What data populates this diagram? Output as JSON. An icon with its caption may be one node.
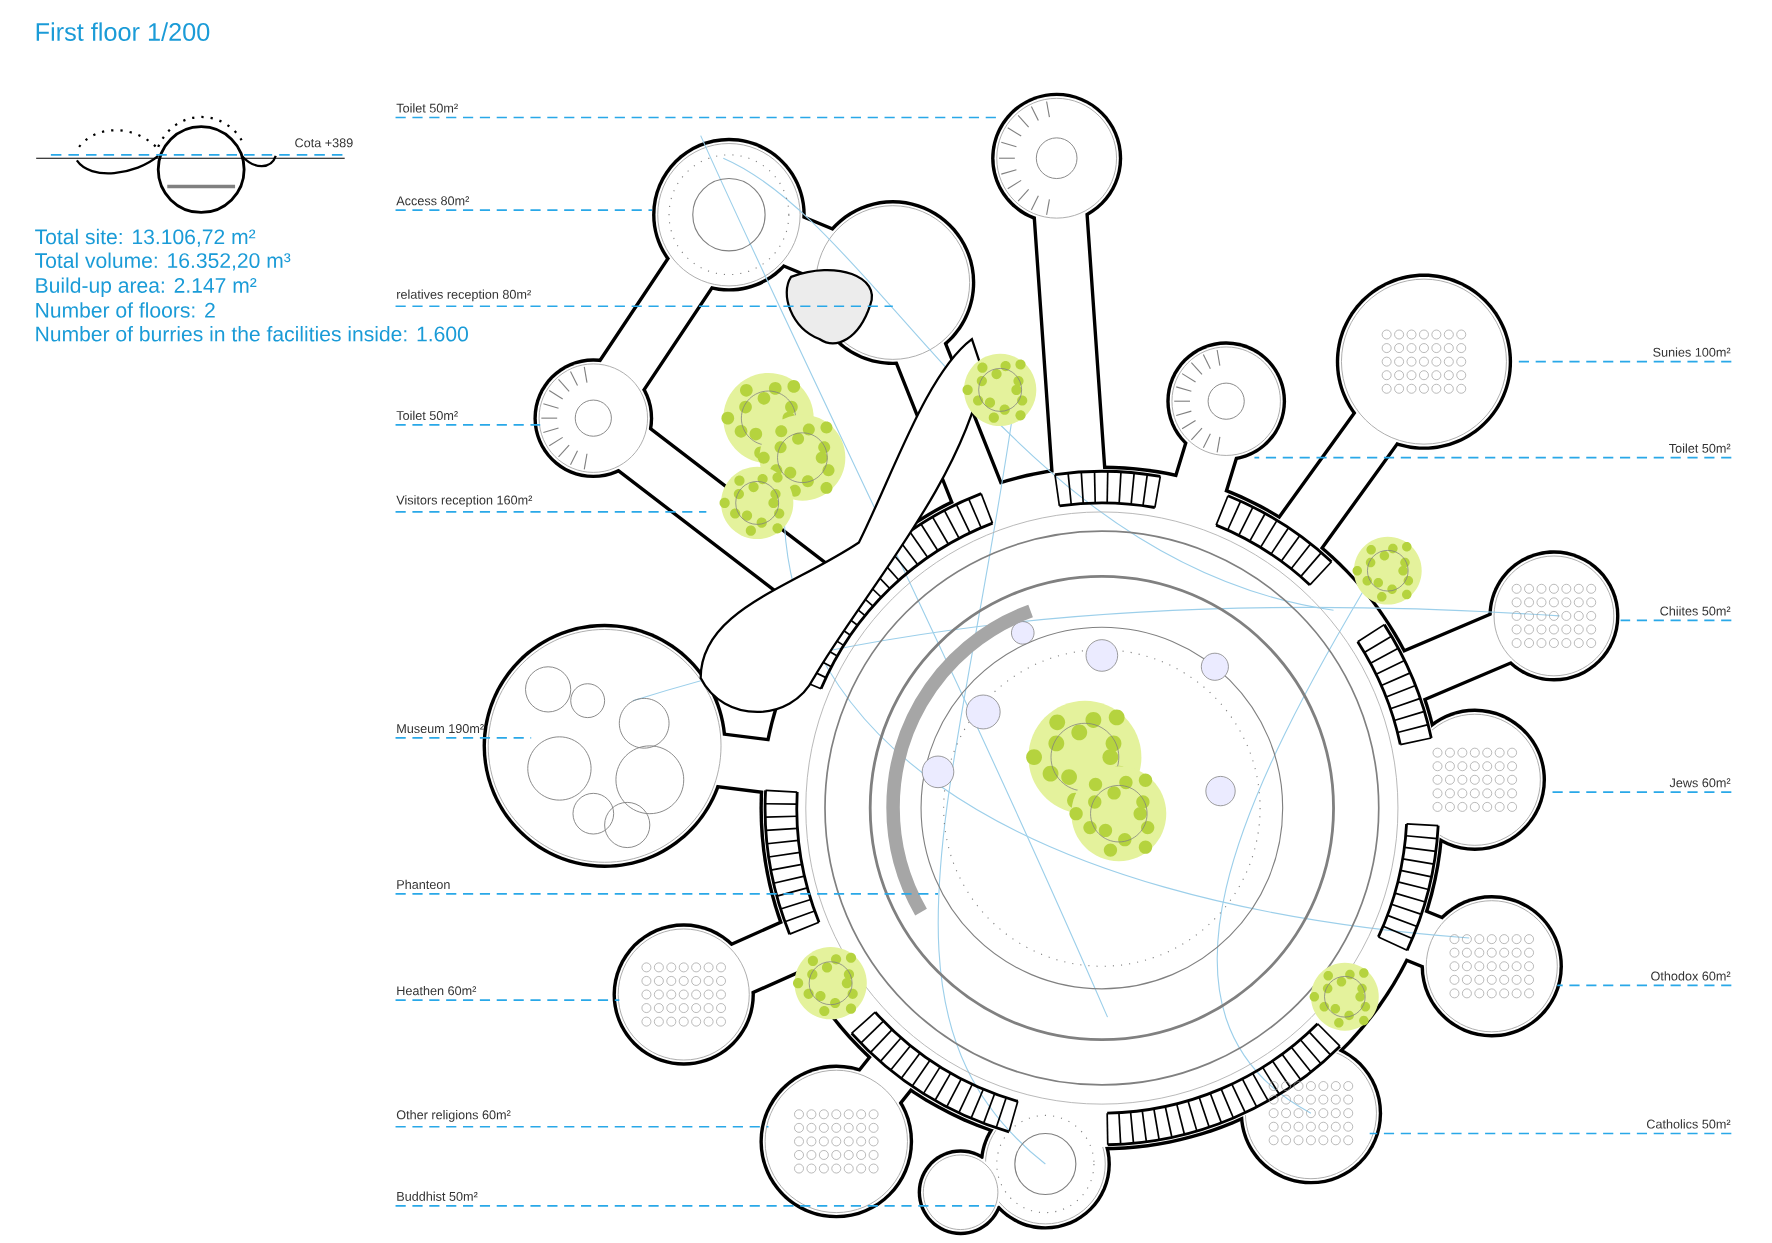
{
  "diagram": {
    "title": "First floor 1/200",
    "nodes": [
      {
        "text": [
          "Toilet 50m²"
        ]
      },
      {
        "text": [
          "Access 80m²"
        ]
      },
      {
        "text": [
          "relatives reception 80m²"
        ]
      },
      {
        "text": [
          "Toilet 50m²"
        ]
      },
      {
        "text": [
          "Visitors reception 160m²"
        ]
      },
      {
        "text": [
          "Museum 190m²"
        ]
      },
      {
        "text": [
          "Phanteon"
        ]
      },
      {
        "text": [
          "Heathen 60m²"
        ]
      },
      {
        "text": [
          "Other religions 60m²"
        ]
      },
      {
        "text": [
          "Buddhist 50m²"
        ]
      },
      {
        "text": [
          "Sunies 100m²"
        ]
      },
      {
        "text": [
          "Toilet 50m²"
        ]
      },
      {
        "text": [
          "Chiites 50m²"
        ]
      },
      {
        "text": [
          "Jews 60m²"
        ]
      },
      {
        "text": [
          "Othodox 60m²"
        ]
      },
      {
        "text": [
          "Catholics 50m²"
        ]
      }
    ],
    "edges": [
      {
        "from": 0,
        "to": null,
        "arrow": "none"
      },
      {
        "from": 1,
        "to": null,
        "arrow": "none"
      },
      {
        "from": 2,
        "to": null,
        "arrow": "none"
      },
      {
        "from": 3,
        "to": null,
        "arrow": "none"
      },
      {
        "from": 4,
        "to": null,
        "arrow": "none"
      },
      {
        "from": 5,
        "to": null,
        "arrow": "none"
      },
      {
        "from": 6,
        "to": null,
        "arrow": "none"
      },
      {
        "from": 7,
        "to": null,
        "arrow": "none"
      },
      {
        "from": 8,
        "to": null,
        "arrow": "none"
      },
      {
        "from": 9,
        "to": null,
        "arrow": "none"
      },
      {
        "from": 10,
        "to": null,
        "arrow": "none"
      },
      {
        "from": 11,
        "to": null,
        "arrow": "none"
      },
      {
        "from": 12,
        "to": null,
        "arrow": "none"
      },
      {
        "from": 13,
        "to": null,
        "arrow": "none"
      },
      {
        "from": 14,
        "to": null,
        "arrow": "none"
      },
      {
        "from": 15,
        "to": null,
        "arrow": "none"
      }
    ],
    "labels": [
      "Cota +389",
      "Total site: 13.106,72 m²",
      "Total volume: 16.352,20 m³",
      "Build-up area: 2.147 m²",
      "Number of floors: 2",
      "Number of burries in the facilities inside: 1.600"
    ]
  }
}
